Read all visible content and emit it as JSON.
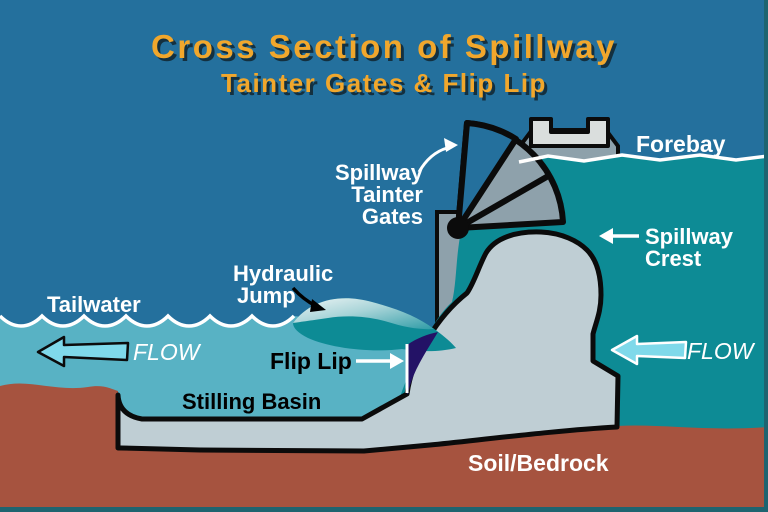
{
  "title": {
    "line1": "Cross Section of Spillway",
    "line2": "Tainter Gates & Flip Lip"
  },
  "labels": {
    "forebay": "Forebay",
    "tainter_line1": "Spillway",
    "tainter_line2": "Tainter",
    "tainter_line3": "Gates",
    "crest_line1": "Spillway",
    "crest_line2": "Crest",
    "hydraulic_line1": "Hydraulic",
    "hydraulic_line2": "Jump",
    "tailwater": "Tailwater",
    "flow_left": "FLOW",
    "flow_right": "FLOW",
    "flip_lip": "Flip Lip",
    "stilling_basin": "Stilling Basin",
    "soil_bedrock": "Soil/Bedrock"
  },
  "colors": {
    "sky": "#24709d",
    "forebay_water": "#0d8b95",
    "tailwater": "#58b2c4",
    "soil": "#a6533f",
    "structure_concrete": "#bfced4",
    "pier_gray": "#8ea1ab",
    "cap_gray": "#dadedd",
    "flip_lip_navy": "#231266",
    "title_gold": "#f1a72c",
    "title_shadow": "#14303f",
    "flow_arrow_cyan": "#7fd9ea",
    "outline_black": "#0b0b0b",
    "white": "#ffffff",
    "border_edge": "#1e6470"
  }
}
